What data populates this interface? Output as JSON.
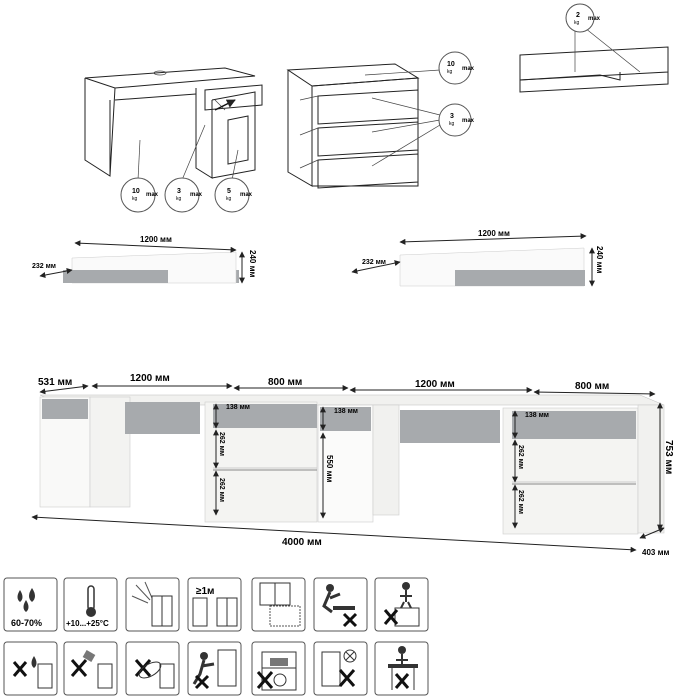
{
  "top_diagrams": {
    "desk_weights": [
      {
        "value": "10",
        "unit": "kg",
        "label": "max"
      },
      {
        "value": "3",
        "unit": "kg",
        "label": "max"
      },
      {
        "value": "5",
        "unit": "kg",
        "label": "max"
      }
    ],
    "dresser_weights": [
      {
        "value": "10",
        "unit": "kg",
        "label": "max"
      },
      {
        "value": "3",
        "unit": "kg",
        "label": "max"
      }
    ],
    "shelf_weight": {
      "value": "2",
      "unit": "kg",
      "label": "max"
    }
  },
  "shelves": [
    {
      "width": "1200 мм",
      "depth": "232 мм",
      "height": "240 мм"
    },
    {
      "width": "1200 мм",
      "depth": "232 мм",
      "height": "240 мм"
    }
  ],
  "main": {
    "widths": [
      "531 мм",
      "1200 мм",
      "800 мм",
      "1200 мм",
      "800 мм"
    ],
    "drawer_top": "138 мм",
    "drawer_mid": "262 мм",
    "drawer_low": "262 мм",
    "door_height": "550 мм",
    "height": "753 мм",
    "total_width": "4000 мм",
    "depth": "403 мм"
  },
  "care": {
    "humidity": "60-70%",
    "temperature": "+10...+25°C",
    "distance": "≥1м"
  },
  "colors": {
    "gray": "#a7aaad",
    "line": "#222222",
    "panel": "#f4f4f2"
  }
}
